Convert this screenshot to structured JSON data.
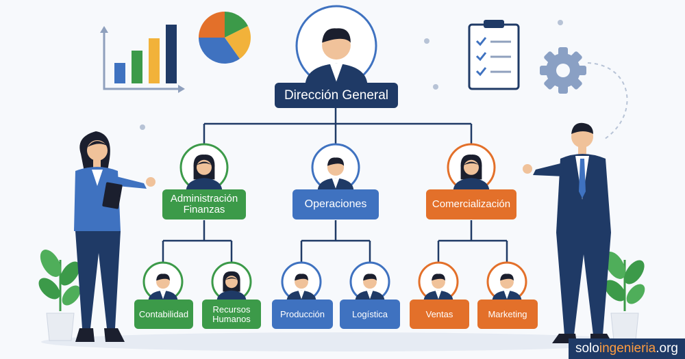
{
  "org_chart": {
    "root": {
      "label": "Dirección General",
      "color": "#1f3a66"
    },
    "departments": [
      {
        "label": "Administración Finanzas",
        "color": "#3c9a49",
        "children": [
          {
            "label": "Contabilidad"
          },
          {
            "label": "Recursos Humanos"
          }
        ]
      },
      {
        "label": "Operaciones",
        "color": "#3f72c0",
        "children": [
          {
            "label": "Producción"
          },
          {
            "label": "Logística"
          }
        ]
      },
      {
        "label": "Comercialización",
        "color": "#e3702a",
        "children": [
          {
            "label": "Ventas"
          },
          {
            "label": "Marketing"
          }
        ]
      }
    ]
  },
  "watermark": {
    "part1": "solo",
    "part2": "ingenieria",
    "part3": ".org"
  },
  "icons": [
    "bar-chart-icon",
    "pie-chart-icon",
    "checklist-icon",
    "gear-icon",
    "plant-icon"
  ],
  "colors": {
    "navy": "#1f3a66",
    "green": "#3c9a49",
    "blue": "#3f72c0",
    "orange": "#e3702a",
    "accent": "#ff9c3f"
  }
}
